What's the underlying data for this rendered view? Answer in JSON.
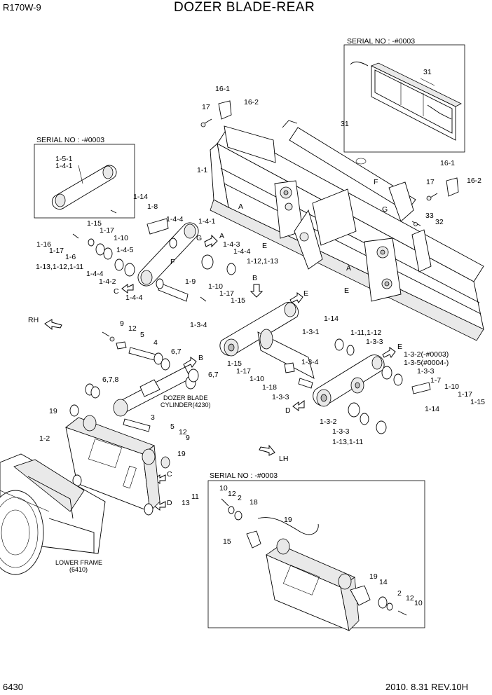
{
  "header": {
    "model": "R170W-9",
    "title": "DOZER BLADE-REAR"
  },
  "footer": {
    "page_number": "6430",
    "revision": "2010. 8.31  REV.10H"
  },
  "inset_boxes": {
    "top_right": {
      "serial": "SERIAL NO : -#0003",
      "labels": [
        "31"
      ]
    },
    "left": {
      "serial": "SERIAL NO : -#0003",
      "labels": [
        "1-5-1",
        "1-4-1"
      ]
    },
    "bottom_right": {
      "serial": "SERIAL NO : -#0003",
      "labels": [
        "10",
        "12",
        "2",
        "18",
        "19",
        "15",
        "19",
        "14",
        "2",
        "12",
        "10"
      ]
    }
  },
  "callouts": {
    "blade": [
      "16-1",
      "16-2",
      "17",
      "31",
      "1-1",
      "F",
      "A",
      "G",
      "16-1",
      "16-2",
      "17",
      "33",
      "32",
      "E",
      "A",
      "E"
    ],
    "left_links": [
      "1-14",
      "1-8",
      "1-15",
      "1-17",
      "1-10",
      "1-16",
      "1-17",
      "1-6",
      "1-13,1-12,1-11",
      "1-4-4",
      "1-4-1",
      "G",
      "A",
      "1-4-3",
      "1-4-4",
      "1-12,1-13",
      "1-4-5",
      "F",
      "1-4-4",
      "1-4-2",
      "C",
      "1-4-4",
      "1-9",
      "1-10",
      "1-17",
      "1-15"
    ],
    "center": [
      "B",
      "E",
      "1-3-4",
      "1-3-1",
      "1-14",
      "1-11,1-12",
      "1-3-3",
      "E",
      "1-3-2(-#0003)",
      "1-3-5(#0004-)",
      "1-3-3",
      "1-15",
      "1-17",
      "1-10",
      "1-3-4",
      "1-18",
      "1-7",
      "1-10",
      "1-3-3",
      "D",
      "1-17",
      "1-14",
      "1-15",
      "1-3-2",
      "1-3-3",
      "1-13,1-11"
    ],
    "cylinder": [
      "9",
      "12",
      "5",
      "4",
      "6,7",
      "B",
      "6,7",
      "6,7,8",
      "DOZER BLADE\nCYLINDER(4230)",
      "19",
      "3",
      "5",
      "12",
      "9",
      "1-2",
      "19",
      "C",
      "D",
      "11",
      "13"
    ],
    "directions": [
      "RH",
      "LH"
    ],
    "frame": "LOWER FRAME\n(6410)"
  }
}
